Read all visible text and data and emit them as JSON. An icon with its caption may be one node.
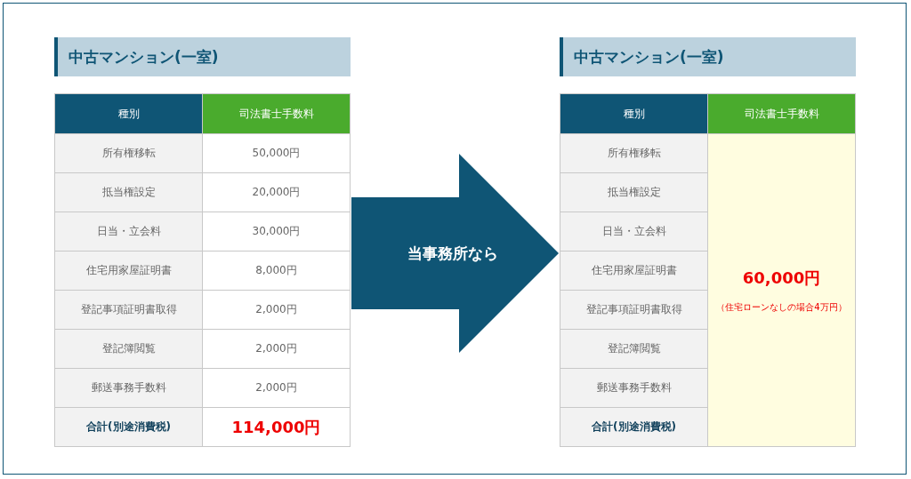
{
  "diagram": {
    "nodes": [
      {
        "text": [
          "中古マンション(一室)"
        ]
      },
      {
        "text": [
          "中古マンション(一室)"
        ]
      }
    ],
    "edges": [
      {
        "from": 0,
        "to": 1,
        "arrow": "to",
        "label": "当事務所なら"
      }
    ],
    "labels": [
      "種別",
      "司法書士手数料",
      "所有権移転",
      "50,000円",
      "抵当権設定",
      "20,000円",
      "日当・立会料",
      "30,000円",
      "住宅用家屋証明書",
      "8,000円",
      "登記事項証明書取得",
      "2,000円",
      "登記簿閲覧",
      "2,000円",
      "郵送事務手数料",
      "2,000円",
      "合計(別途消費税)",
      "114,000円",
      "種別",
      "司法書士手数料",
      "所有権移転",
      "60,000円",
      "（住宅ローンなしの場合4万円）",
      "抵当権設定",
      "日当・立会料",
      "住宅用家屋証明書",
      "登記事項証明書取得",
      "登記簿閲覧",
      "郵送事務手数料",
      "合計(別途消費税)"
    ]
  }
}
